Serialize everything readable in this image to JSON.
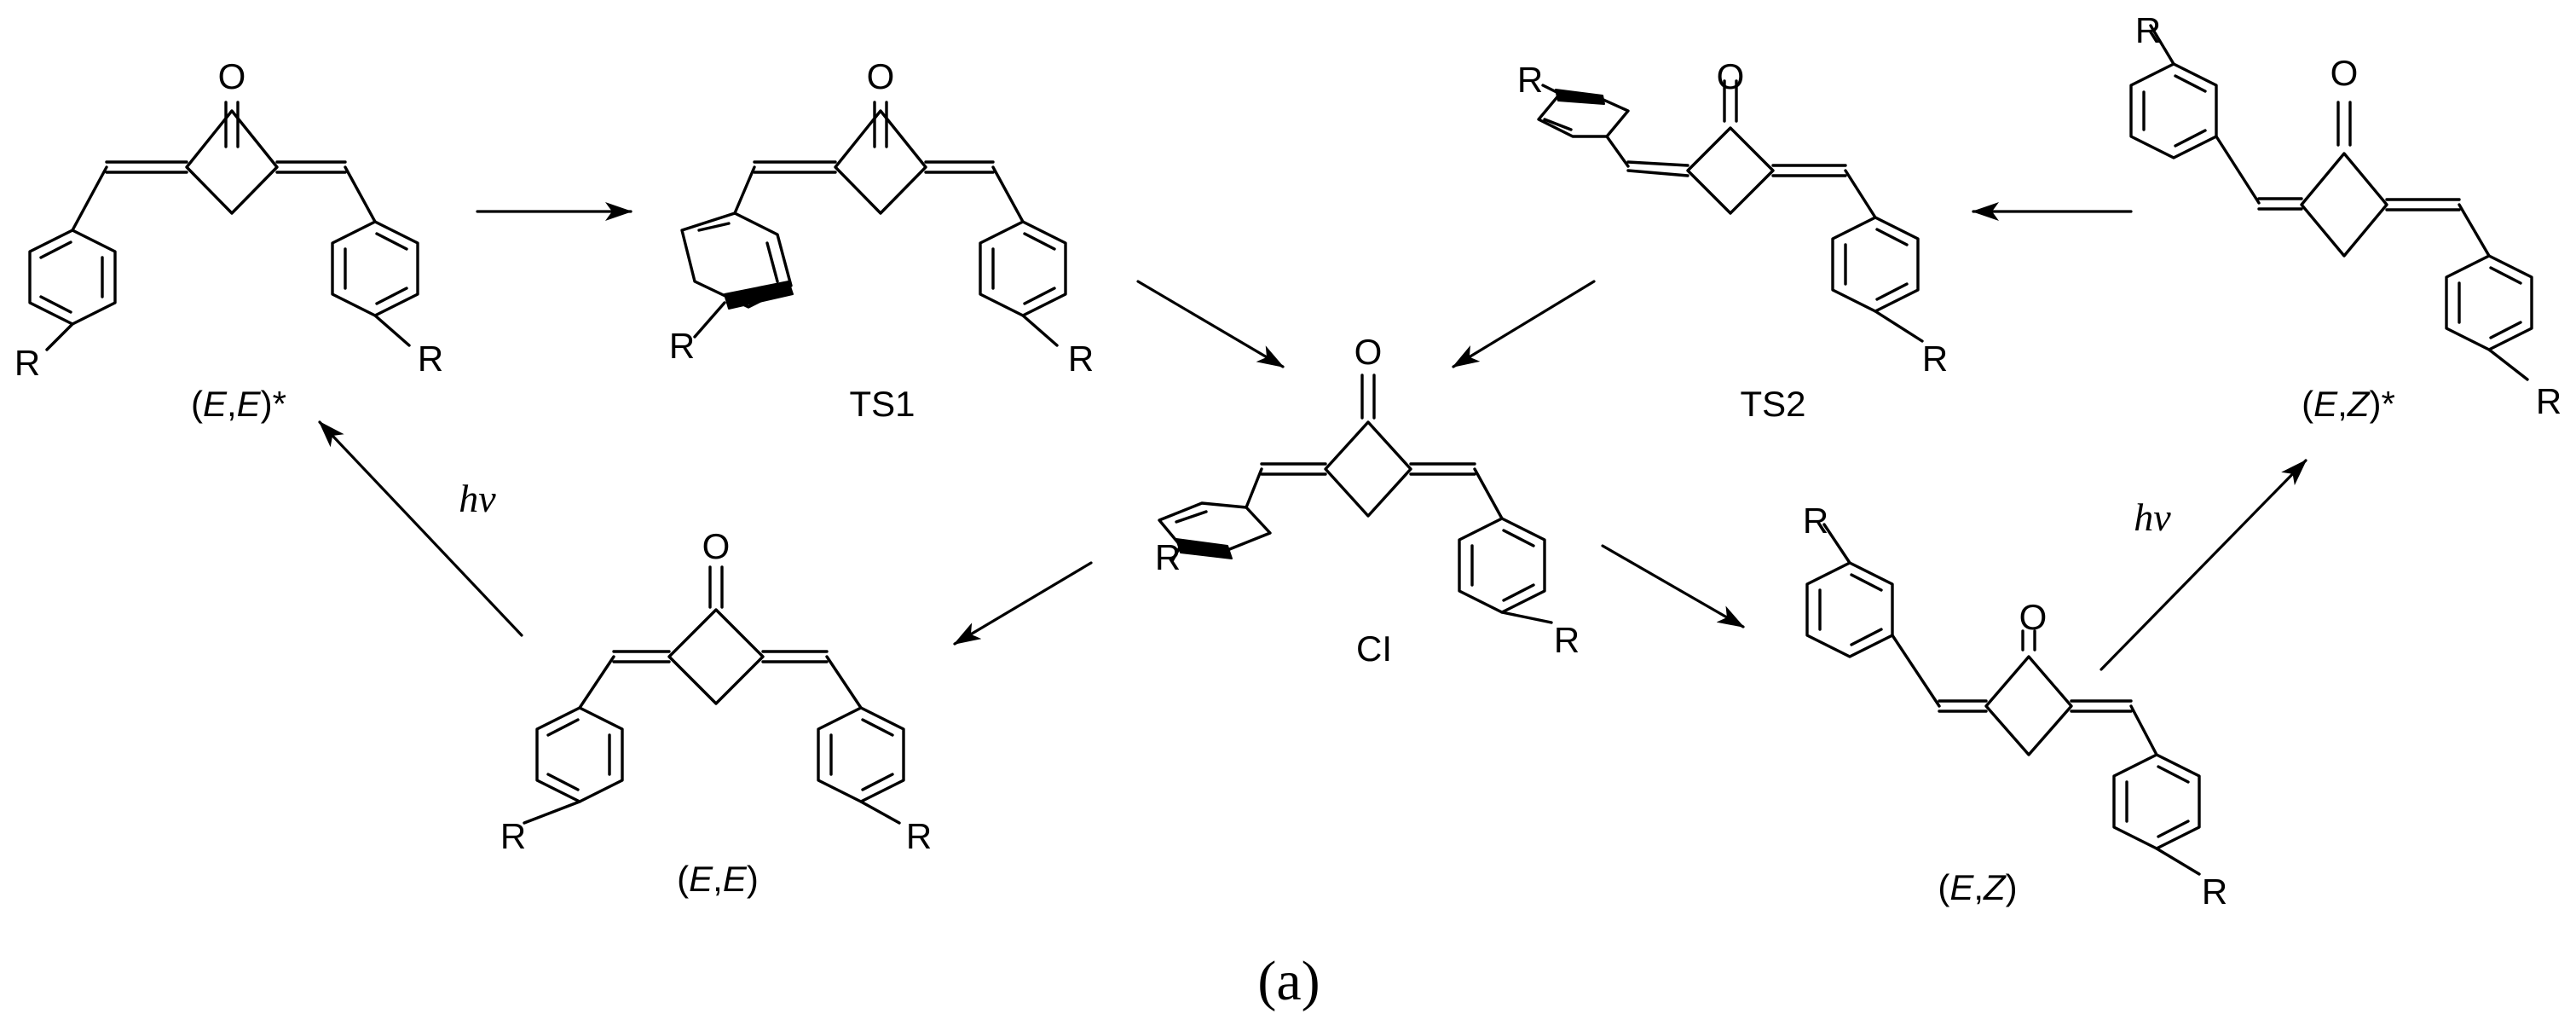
{
  "atoms": {
    "oxygen": "O",
    "substituent": "R"
  },
  "labels": {
    "ee_excited": {
      "open": "(",
      "a": "E",
      "sep": ",",
      "b": "E",
      "close": ")*"
    },
    "ts1": "TS1",
    "ts2": "TS2",
    "ez_excited": {
      "open": "(",
      "a": "E",
      "sep": ",",
      "b": "Z",
      "close": ")*"
    },
    "ci": "CI",
    "ee": {
      "open": "(",
      "a": "E",
      "sep": ",",
      "b": "E",
      "close": ")"
    },
    "ez": {
      "open": "(",
      "a": "E",
      "sep": ",",
      "b": "Z",
      "close": ")"
    },
    "hv": "hν",
    "panel": "(a)"
  }
}
